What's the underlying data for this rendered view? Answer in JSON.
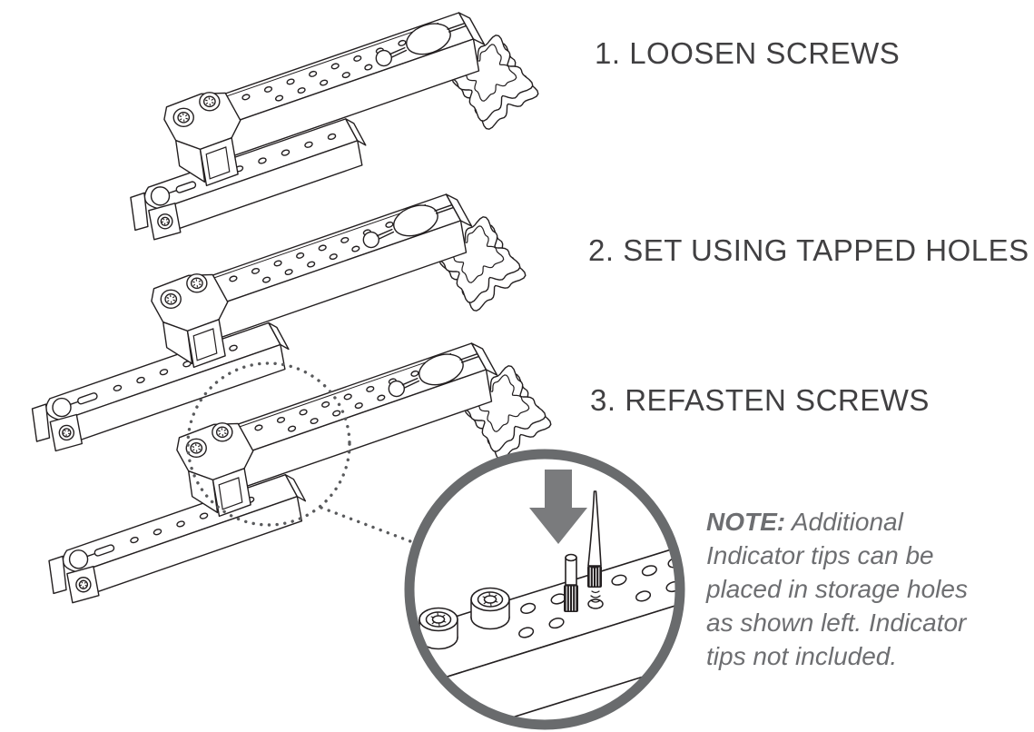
{
  "steps": [
    {
      "label": "1. LOOSEN SCREWS"
    },
    {
      "label": "2. SET USING TAPPED HOLES"
    },
    {
      "label": "3. REFASTEN SCREWS"
    }
  ],
  "note": {
    "label": "NOTE:",
    "lines": [
      "Additional",
      "Indicator tips can be",
      "placed in storage holes",
      "as shown left. Indicator",
      "tips not included."
    ]
  },
  "icons": {
    "down_arrow": "down-arrow-icon",
    "magnifier_circle": "detail-callout-circle",
    "highlight_circle": "dotted-highlight-circle"
  },
  "colors": {
    "line": "#231f20",
    "step_text": "#414042",
    "note_text": "#6d6e71",
    "arrow": "#7a7b7d",
    "ring": "#696b6d",
    "dots": "#595a5c"
  }
}
